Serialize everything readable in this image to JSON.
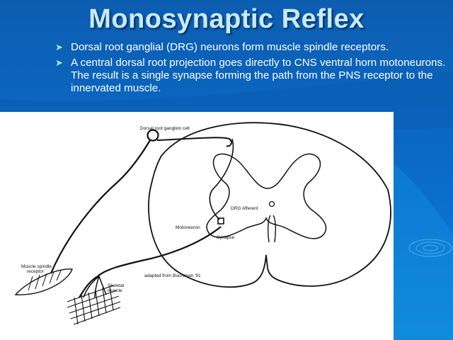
{
  "slide": {
    "title": "Monosynaptic Reflex",
    "bullets": [
      "Dorsal root ganglial (DRG) neurons form muscle spindle receptors.",
      "A central  dorsal root projection goes directly to CNS ventral horn motoneurons.  The result is a single synapse forming the path from the PNS receptor to the innervated muscle."
    ],
    "bullet_icon": "chevron-right-icon"
  },
  "figure": {
    "labels": {
      "drg_cell": "Dorsal root ganglion cell",
      "drg_afferent": "DRG Afferent",
      "motoneuron": "Motoneuron",
      "synapse": "Synapse",
      "spindle_line1": "Muscle spindle",
      "spindle_line2": "receptor",
      "skeletal_line1": "Skeletal",
      "skeletal_line2": "muscle",
      "credit": "adapted from Buchanan '91"
    }
  },
  "colors": {
    "background": "#0b62b8",
    "title": "#c9e9ff",
    "text": "#ffffff",
    "bullet_arrow": "#9ef0c8"
  }
}
